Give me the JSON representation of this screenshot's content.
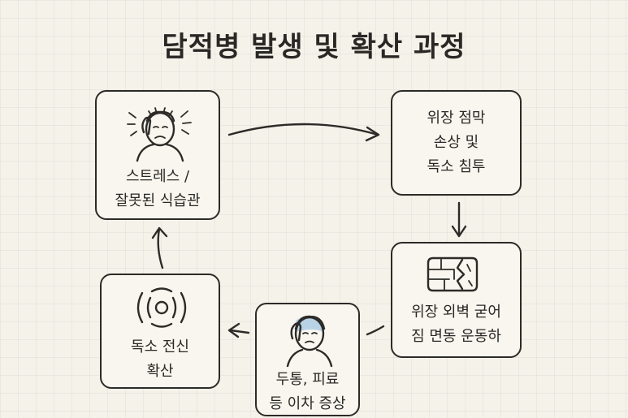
{
  "title": "담적병 발생 및 확산 과정",
  "nodes": {
    "stress": {
      "label": "스트레스 /\n잘못된 식습관",
      "icon": "stressed-person-icon"
    },
    "stomach_damage": {
      "label": "위장 점막\n손상 및\n독소 침투",
      "icon": ""
    },
    "stomach_hardening": {
      "label": "위장 외벽 굳어\n짐 면동 운동하",
      "icon": "hardened-stomach-wall-icon"
    },
    "symptoms": {
      "label": "두통, 피료\n등 이차 증상",
      "icon": "headache-person-icon"
    },
    "toxin_spread": {
      "label": "독소 전신\n확산",
      "icon": "radiating-waves-icon"
    }
  },
  "flow": [
    "stress",
    "stomach_damage",
    "stomach_hardening",
    "symptoms",
    "toxin_spread",
    "stress"
  ],
  "colors": {
    "background": "#f5f2ea",
    "stroke": "#2d2b28",
    "box_fill": "#f8f6ef",
    "symptom_accent": "#b9d3e6"
  }
}
